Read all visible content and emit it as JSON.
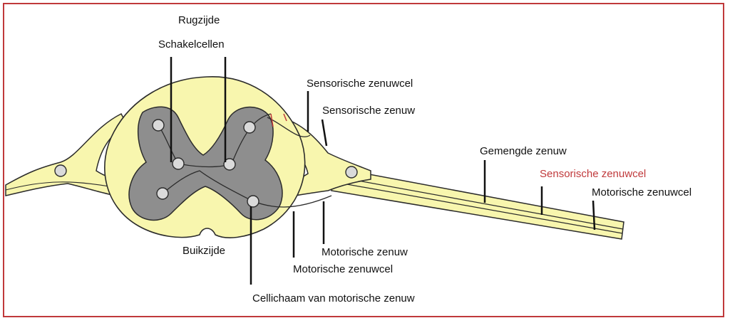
{
  "colors": {
    "cord_fill": "#f8f6ae",
    "grey_matter": "#8e8e8e",
    "outline": "#2b2b2b",
    "highlight_label": "#c0393b",
    "frame": "#c0393b"
  },
  "labels": {
    "dorsal_side": "Rugzijde",
    "interneurons": "Schakelcellen",
    "sensory_neuron": "Sensorische zenuwcel",
    "sensory_nerve": "Sensorische zenuw",
    "mixed_nerve": "Gemengde zenuw",
    "sensory_neuron_highlight": "Sensorische zenuwcel",
    "motor_neuron_right": "Motorische zenuwcel",
    "ventral_side": "Buikzijde",
    "motor_nerve": "Motorische zenuw",
    "motor_neuron_bottom": "Motorische zenuwcel",
    "motor_cell_body": "Cellichaam van  motorische zenuw"
  }
}
